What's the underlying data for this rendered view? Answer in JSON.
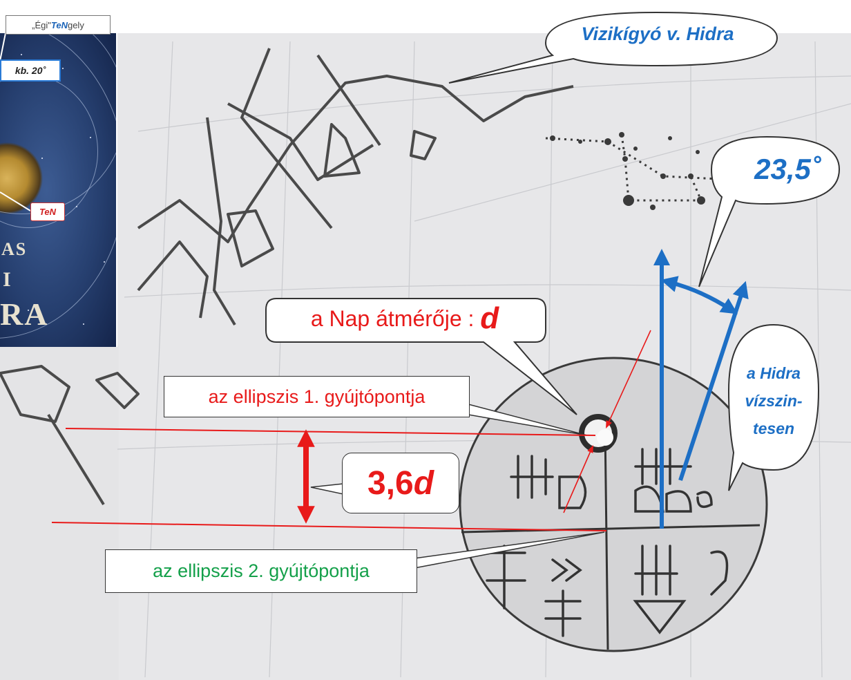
{
  "labels": {
    "egi_tengely_prefix": "„Égi\" ",
    "egi_tengely_bold": "TeN",
    "egi_tengely_suffix": "gely",
    "kb_20": "kb. 20˚",
    "ten": "TeN",
    "cover_as": "AS",
    "cover_ra": "RA",
    "vizikigyo": "Vizikígyó v. Hidra",
    "nap_atmero_text": "a Nap átmérője : ",
    "nap_atmero_var": "d",
    "angle": "23,5˚",
    "focus1": "az ellipszis 1. gyújtópontja",
    "focus2": "az ellipszis 2. gyújtópontja",
    "ratio_num": "3,6",
    "ratio_var": "d",
    "hidra_lines": [
      "a Hidra",
      "vízszin-",
      "tesen"
    ]
  },
  "colors": {
    "red": "#e81a1a",
    "blue": "#1d6fc5",
    "green": "#14a04a",
    "sketch": "#444444"
  },
  "icons": [
    "up-arrow-icon",
    "double-arrow-icon"
  ]
}
